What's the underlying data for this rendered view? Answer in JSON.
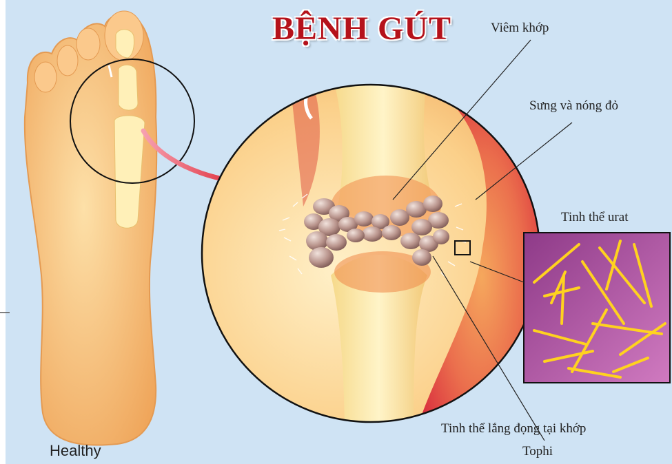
{
  "title": "BỆNH GÚT",
  "labels": {
    "inflammation": "Viêm khớp",
    "swelling": "Sưng và nóng đỏ",
    "crystals": "Tinh thể urat",
    "deposit": "Tinh thể  lắng đọng tại khớp",
    "tophi": "Tophi",
    "healthy": "Healthy"
  },
  "colors": {
    "background": "#cfe3f4",
    "title": "#b5121b",
    "inflamed_red": "#e0303a",
    "skin": "#f7c27a",
    "bone": "#fbe7a6",
    "crystal_panel": "#a24e96",
    "crystal": "#ffd21f"
  }
}
